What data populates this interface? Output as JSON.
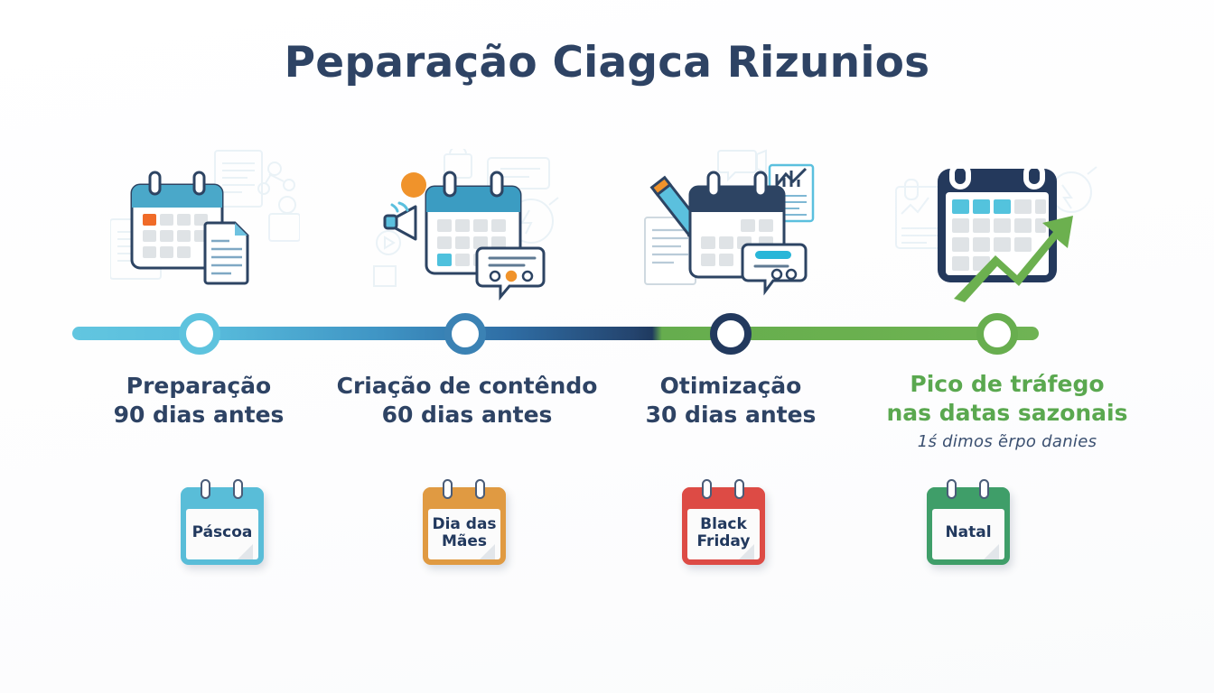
{
  "page": {
    "title": "Peparação Ciagca Rizunios",
    "background_color": "#ffffff",
    "accent_navy": "#2e4364",
    "accent_green": "#5aa84f",
    "accent_blue": "#59bdd8"
  },
  "timeline": {
    "bar_gradient_start": "#62c6e0",
    "bar_gradient_mid": "#1f3a5f",
    "bar_gradient_end": "#6fb354",
    "nodes": [
      {
        "name": "node-preparacao",
        "color": "#5ec3de"
      },
      {
        "name": "node-criacao",
        "color": "#3b82b4"
      },
      {
        "name": "node-otimizacao",
        "color": "#22395e"
      },
      {
        "name": "node-pico",
        "color": "#68ae4f"
      }
    ],
    "steps": [
      {
        "title": "Preparação",
        "timing": "90 dias antes",
        "subtitle": "",
        "color": "#2e4364"
      },
      {
        "title": "Criação de contêndo",
        "timing": "60 dias antes",
        "subtitle": "",
        "color": "#2e4364"
      },
      {
        "title": "Otimização",
        "timing": "30 dias antes",
        "subtitle": "",
        "color": "#2e4364"
      },
      {
        "title": "Pico de tráfego",
        "timing": "nas datas sazonais",
        "subtitle": "1ś dimos ẽrpo danies",
        "color": "#5aa84f"
      }
    ]
  },
  "season_cards": [
    {
      "label": "Páscoa",
      "color": "#59bdd8",
      "icon": "calendar-icon"
    },
    {
      "label": "Dia das\nMães",
      "color": "#e09a42",
      "icon": "calendar-icon"
    },
    {
      "label": "Black\nFriday",
      "color": "#dd4b45",
      "icon": "calendar-icon"
    },
    {
      "label": "Natal",
      "color": "#3f9e69",
      "icon": "calendar-icon"
    }
  ],
  "icon_clusters": [
    {
      "name": "calendar-document-icon",
      "description": "calendar with document"
    },
    {
      "name": "calendar-megaphone-icon",
      "description": "calendar with megaphone and chat bubble"
    },
    {
      "name": "calendar-pencil-chart-icon",
      "description": "calendar with pencil and chart report"
    },
    {
      "name": "calendar-growth-arrow-icon",
      "description": "calendar with rising green arrow"
    }
  ]
}
